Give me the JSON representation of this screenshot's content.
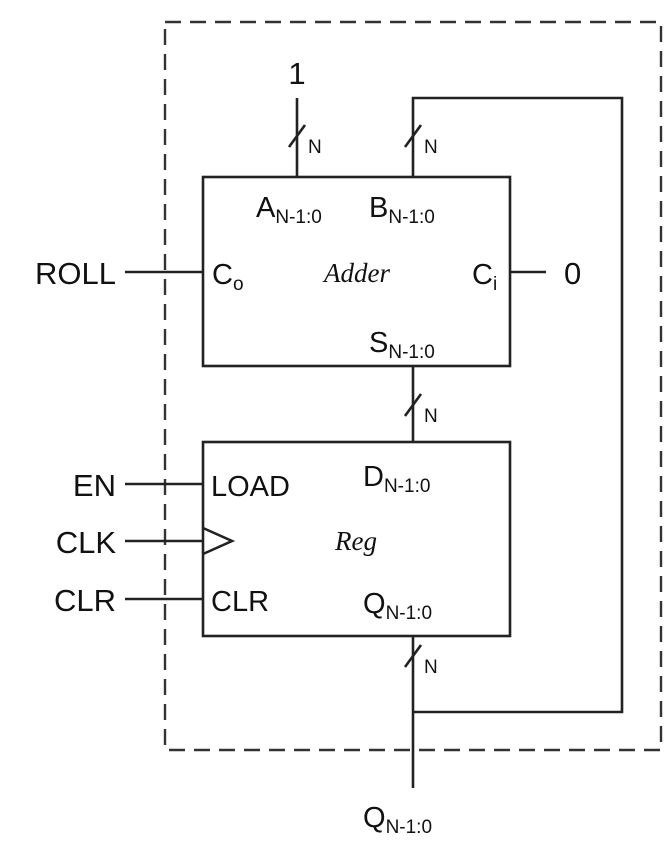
{
  "diagram": {
    "inputs": {
      "one": "1",
      "zero": "0",
      "roll": "ROLL",
      "en": "EN",
      "clk": "CLK",
      "clr": "CLR"
    },
    "adder": {
      "title": "Adder",
      "a_main": "A",
      "a_sub": "N-1:0",
      "b_main": "B",
      "b_sub": "N-1:0",
      "co_main": "C",
      "co_sub": "o",
      "ci_main": "C",
      "ci_sub": "i",
      "s_main": "S",
      "s_sub": "N-1:0"
    },
    "reg": {
      "title": "Reg",
      "load": "LOAD",
      "clr": "CLR",
      "d_main": "D",
      "d_sub": "N-1:0",
      "q_main": "Q",
      "q_sub": "N-1:0"
    },
    "bus_width": "N",
    "output": {
      "main": "Q",
      "sub": "N-1:0"
    },
    "colors": {
      "stroke": "#222222",
      "background": "#ffffff"
    }
  }
}
